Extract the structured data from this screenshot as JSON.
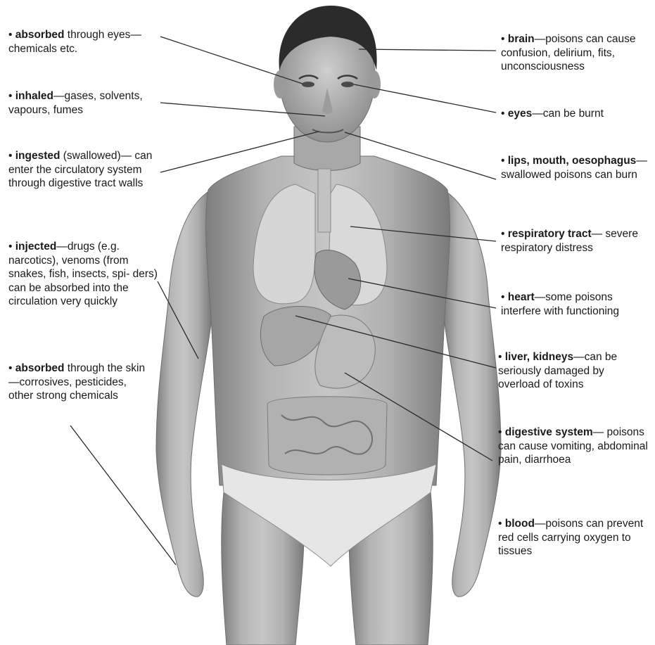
{
  "left_labels": [
    {
      "bold": "absorbed",
      "text": " through eyes— chemicals etc."
    },
    {
      "bold": "inhaled",
      "text": "—gases, solvents, vapours, fumes"
    },
    {
      "bold": "ingested",
      "text": " (swallowed)— can enter the circulatory system through digestive tract walls"
    },
    {
      "bold": "injected",
      "text": "—drugs (e.g. narcotics), venoms (from snakes, fish, insects, spi- ders) can be absorbed into the circulation very quickly"
    },
    {
      "bold": "absorbed",
      "text": " through the skin—corrosives, pesticides, other strong chemicals"
    }
  ],
  "right_labels": [
    {
      "bold": "brain",
      "text": "—poisons can cause confusion, delirium, fits, unconsciousness"
    },
    {
      "bold": "eyes",
      "text": "—can be burnt"
    },
    {
      "bold": "lips, mouth, oesophagus",
      "text": "—swallowed poisons can burn"
    },
    {
      "bold": "respiratory tract",
      "text": "— severe respiratory distress"
    },
    {
      "bold": "heart",
      "text": "—some poisons interfere with functioning"
    },
    {
      "bold": "liver, kidneys",
      "text": "—can be seriously damaged by overload of toxins"
    },
    {
      "bold": "digestive system",
      "text": "— poisons can cause vomiting, abdominal pain, diarrhoea"
    },
    {
      "bold": "blood",
      "text": "—poisons can prevent red cells carrying oxygen to tissues"
    }
  ],
  "bullet": "• ",
  "colors": {
    "skin": "#b9b9b9",
    "skin_dark": "#8c8c8c",
    "hair": "#2b2b2b",
    "organ": "#d8d8d8",
    "text": "#1a1a1a"
  }
}
